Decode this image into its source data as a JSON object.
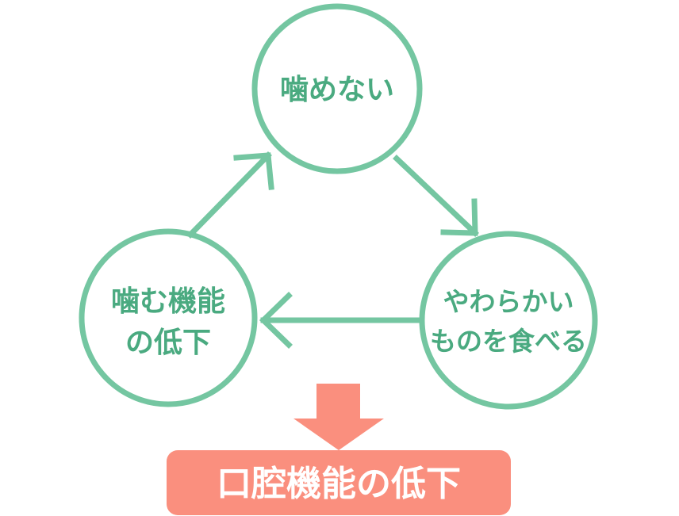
{
  "nodes": {
    "top": {
      "line1": "噛めない"
    },
    "left": {
      "line1": "噛む機能",
      "line2": "の低下"
    },
    "right": {
      "line1": "やわらかい",
      "line2": "ものを食べる"
    }
  },
  "result": {
    "label": "口腔機能の低下"
  },
  "colors": {
    "cycle": "#74c6a1",
    "cycle_text": "#4aaa80",
    "result_fill": "#fa8f7e",
    "result_text": "#ffffff"
  }
}
